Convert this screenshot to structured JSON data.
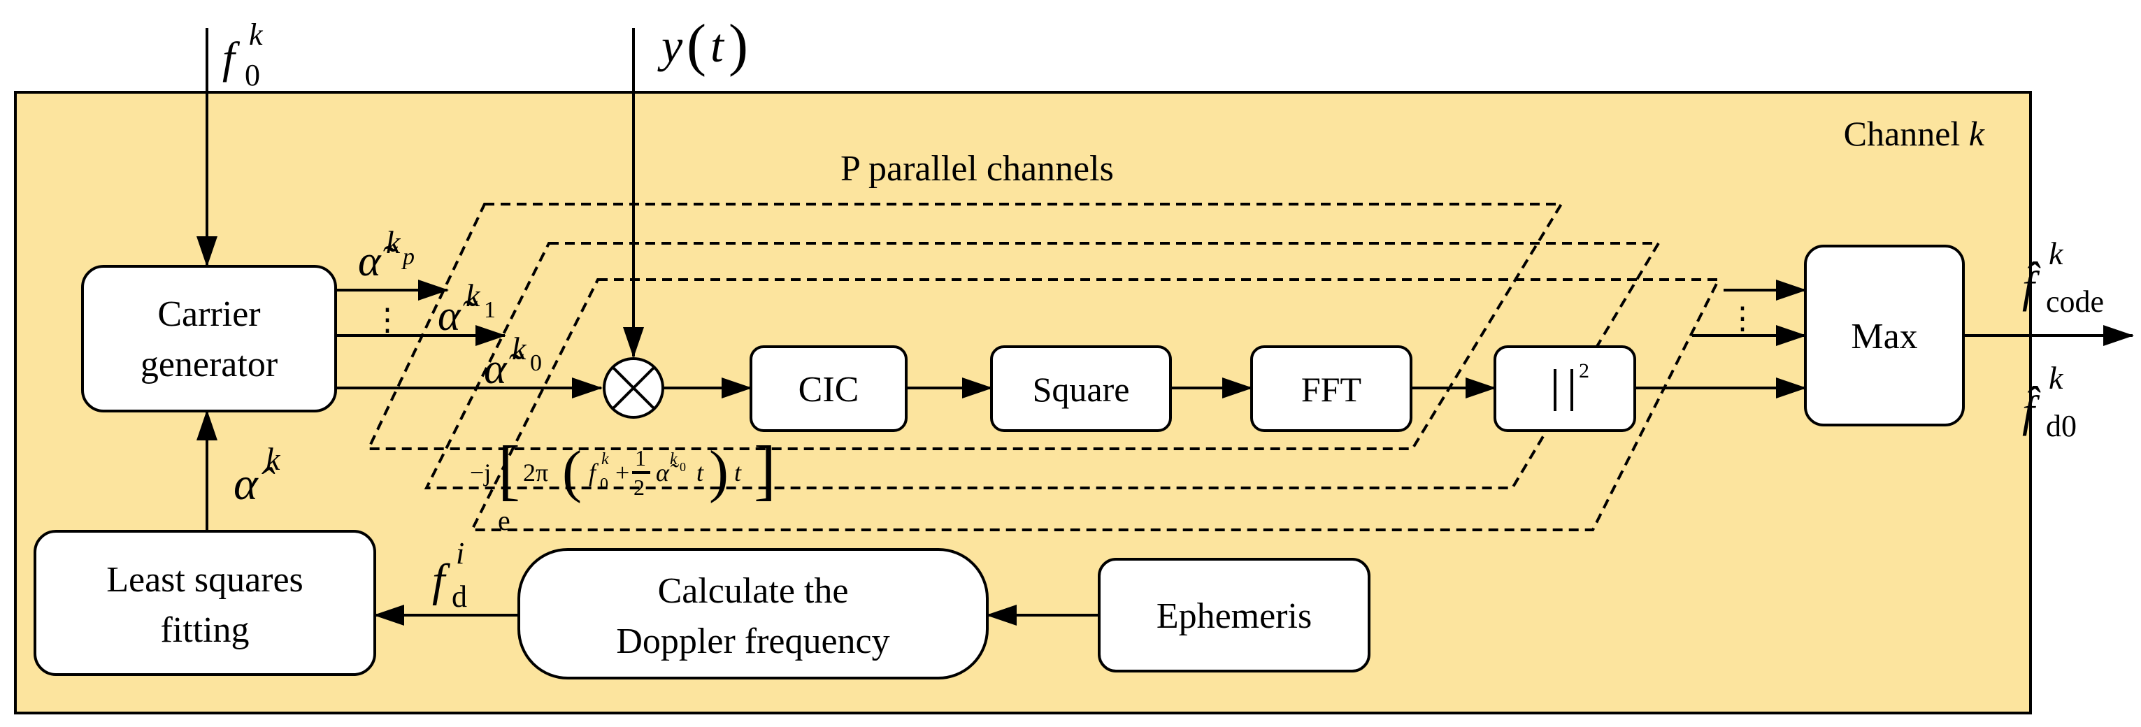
{
  "colors": {
    "panel": "#fce49e",
    "ink": "#000000",
    "box": "#ffffff"
  },
  "panel_title": {
    "prefix": "Channel ",
    "var": "k"
  },
  "parallel_label": "P parallel channels",
  "blocks": {
    "carrier_line1": "Carrier",
    "carrier_line2": "generator",
    "cic": "CIC",
    "square": "Square",
    "fft": "FFT",
    "abs_sq_sup": "2",
    "max": "Max",
    "lsq_line1": "Least squares",
    "lsq_line2": "fitting",
    "doppler_line1": "Calculate the",
    "doppler_line2": "Doppler frequency",
    "ephemeris": "Ephemeris"
  },
  "inputs": {
    "f0_base": "f",
    "f0_sub": "0",
    "f0_sup": "k",
    "y_text": "y",
    "y_arg": "t"
  },
  "carrier_outputs": {
    "alpha_symbol": "α̃",
    "kp_sup": "k",
    "kp_sub": "p",
    "k1_sup": "k",
    "k1_sub": "1",
    "k0_sup": "k",
    "k0_sub": "0",
    "vdots": "⋮"
  },
  "feedback": {
    "alpha_hat": "α̂",
    "alpha_hat_sup": "k",
    "fd_base": "f",
    "fd_sub": "d",
    "fd_sup": "i"
  },
  "outputs": {
    "fcode_base": "f̂",
    "fcode_sub": "code",
    "fcode_sup": "k",
    "fd0_base": "f̂",
    "fd0_sub": "d0",
    "fd0_sup": "k",
    "vdots": "⋮"
  },
  "exponent": {
    "e": "e",
    "minus_j": "−j",
    "two_pi": "2π",
    "f_base": "f",
    "f_sub": "0",
    "f_sup": "k",
    "plus": "+",
    "one": "1",
    "two": "2",
    "alpha": "α̃",
    "alpha_sup": "k",
    "alpha_sup_sub": "0",
    "t_inner": "t",
    "t_outer": "t"
  }
}
